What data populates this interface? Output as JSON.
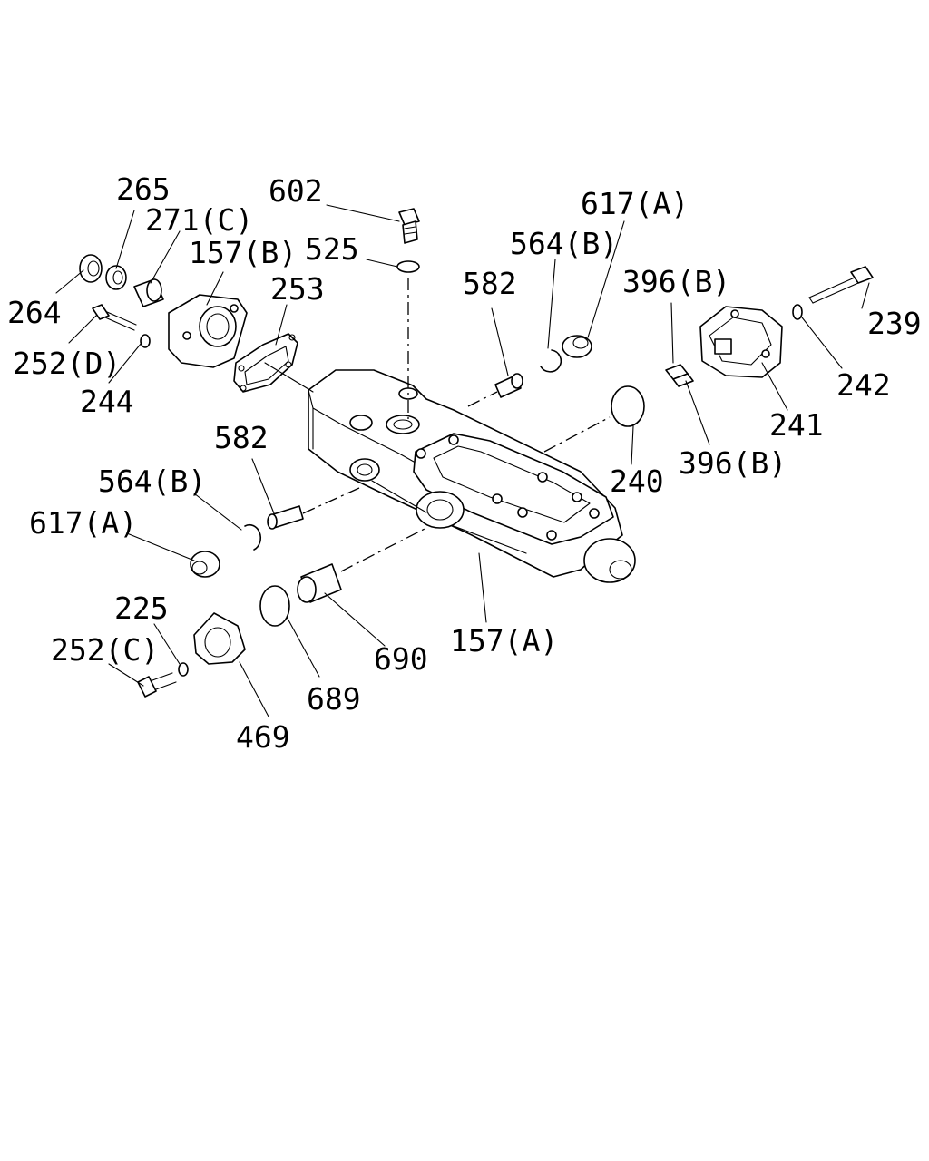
{
  "labels": {
    "p264": "264",
    "p265": "265",
    "p271c": "271(C)",
    "p157b": "157(B)",
    "p253": "253",
    "p252d": "252(D)",
    "p244": "244",
    "p602": "602",
    "p525": "525",
    "p582_top": "582",
    "p564b_top": "564(B)",
    "p617a_top": "617(A)",
    "p396b_top": "396(B)",
    "p239": "239",
    "p242": "242",
    "p241": "241",
    "p396b_low": "396(B)",
    "p240": "240",
    "p582_mid": "582",
    "p564b_mid": "564(B)",
    "p617a_mid": "617(A)",
    "p225": "225",
    "p252c": "252(C)",
    "p469": "469",
    "p689": "689",
    "p690": "690",
    "p157a": "157(A)"
  }
}
